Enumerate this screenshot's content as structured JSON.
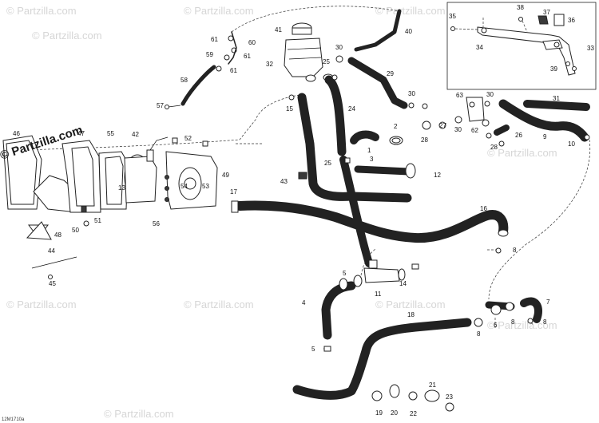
{
  "diagram": {
    "code": "12M1710a",
    "watermark_text": "© Partzilla.com",
    "brand_text": "© Partzilla.com",
    "callouts": [
      {
        "id": "1",
        "text": "1"
      },
      {
        "id": "2",
        "text": "2"
      },
      {
        "id": "3",
        "text": "3"
      },
      {
        "id": "4",
        "text": "4"
      },
      {
        "id": "5a",
        "text": "5"
      },
      {
        "id": "5b",
        "text": "5"
      },
      {
        "id": "6",
        "text": "6"
      },
      {
        "id": "7",
        "text": "7"
      },
      {
        "id": "8a",
        "text": "8"
      },
      {
        "id": "8b",
        "text": "8"
      },
      {
        "id": "8c",
        "text": "8"
      },
      {
        "id": "8d",
        "text": "8"
      },
      {
        "id": "9",
        "text": "9"
      },
      {
        "id": "10",
        "text": "10"
      },
      {
        "id": "11",
        "text": "11"
      },
      {
        "id": "12",
        "text": "12"
      },
      {
        "id": "13",
        "text": "13"
      },
      {
        "id": "14",
        "text": "14"
      },
      {
        "id": "15",
        "text": "15"
      },
      {
        "id": "16",
        "text": "16"
      },
      {
        "id": "17",
        "text": "17"
      },
      {
        "id": "18",
        "text": "18"
      },
      {
        "id": "19",
        "text": "19"
      },
      {
        "id": "20",
        "text": "20"
      },
      {
        "id": "21",
        "text": "21"
      },
      {
        "id": "22",
        "text": "22"
      },
      {
        "id": "23",
        "text": "23"
      },
      {
        "id": "24",
        "text": "24"
      },
      {
        "id": "25a",
        "text": "25"
      },
      {
        "id": "25b",
        "text": "25"
      },
      {
        "id": "26",
        "text": "26"
      },
      {
        "id": "27",
        "text": "27"
      },
      {
        "id": "28a",
        "text": "28"
      },
      {
        "id": "28b",
        "text": "28"
      },
      {
        "id": "29",
        "text": "29"
      },
      {
        "id": "30a",
        "text": "30"
      },
      {
        "id": "30b",
        "text": "30"
      },
      {
        "id": "30c",
        "text": "30"
      },
      {
        "id": "30d",
        "text": "30"
      },
      {
        "id": "31",
        "text": "31"
      },
      {
        "id": "32",
        "text": "32"
      },
      {
        "id": "33",
        "text": "33"
      },
      {
        "id": "34",
        "text": "34"
      },
      {
        "id": "35",
        "text": "35"
      },
      {
        "id": "36",
        "text": "36"
      },
      {
        "id": "37",
        "text": "37"
      },
      {
        "id": "38",
        "text": "38"
      },
      {
        "id": "39",
        "text": "39"
      },
      {
        "id": "40",
        "text": "40"
      },
      {
        "id": "41",
        "text": "41"
      },
      {
        "id": "42",
        "text": "42"
      },
      {
        "id": "43",
        "text": "43"
      },
      {
        "id": "44",
        "text": "44"
      },
      {
        "id": "45",
        "text": "45"
      },
      {
        "id": "46",
        "text": "46"
      },
      {
        "id": "47",
        "text": "47"
      },
      {
        "id": "48",
        "text": "48"
      },
      {
        "id": "49",
        "text": "49"
      },
      {
        "id": "50",
        "text": "50"
      },
      {
        "id": "51",
        "text": "51"
      },
      {
        "id": "52",
        "text": "52"
      },
      {
        "id": "53",
        "text": "53"
      },
      {
        "id": "54",
        "text": "54"
      },
      {
        "id": "55",
        "text": "55"
      },
      {
        "id": "56",
        "text": "56"
      },
      {
        "id": "57",
        "text": "57"
      },
      {
        "id": "58",
        "text": "58"
      },
      {
        "id": "59",
        "text": "59"
      },
      {
        "id": "60",
        "text": "60"
      },
      {
        "id": "61a",
        "text": "61"
      },
      {
        "id": "61b",
        "text": "61"
      },
      {
        "id": "61c",
        "text": "61"
      },
      {
        "id": "62",
        "text": "62"
      },
      {
        "id": "63",
        "text": "63"
      }
    ]
  }
}
